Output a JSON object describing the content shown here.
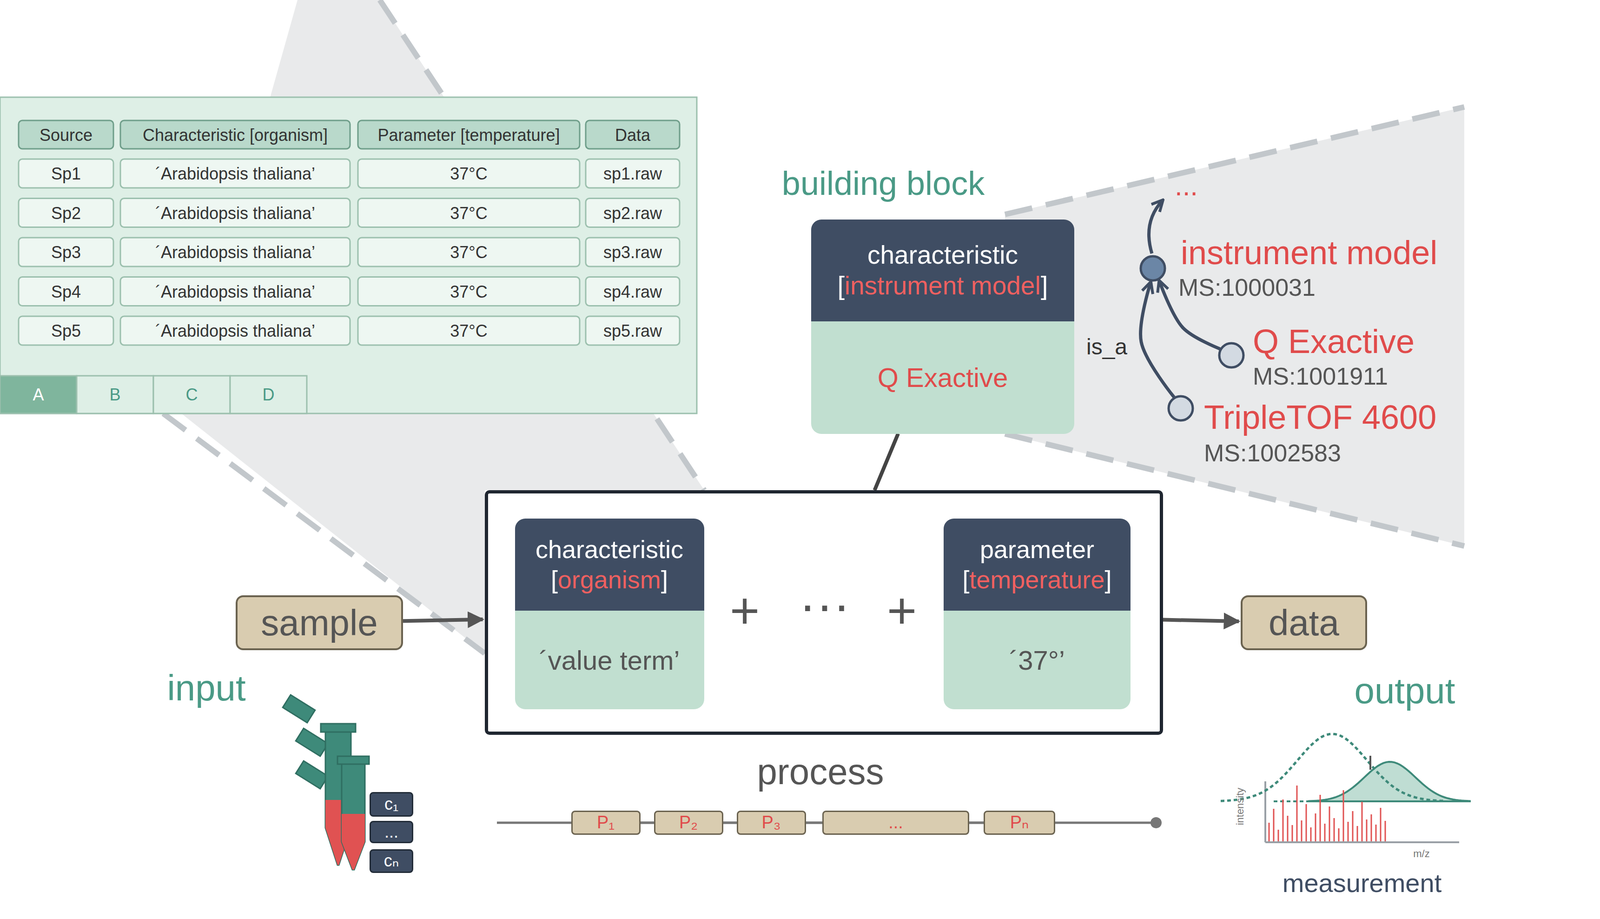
{
  "diagram": {
    "nodes": [
      {
        "text": [
          "characteristic",
          "[",
          "instrument model",
          "]",
          "Q Exactive"
        ]
      },
      {
        "text": [
          "instrument model",
          "MS:1000031"
        ]
      },
      {
        "text": [
          "Q Exactive",
          "MS:1001911"
        ]
      },
      {
        "text": [
          "TripleTOF 4600",
          "MS:1002583"
        ]
      },
      {
        "text": [
          "sample"
        ]
      },
      {
        "text": [
          "+",
          "···",
          "+"
        ]
      },
      {
        "text": [
          "characteristic",
          "[",
          "organism",
          "]",
          "´value term’"
        ],
        "in": 5
      },
      {
        "text": [
          "parameter",
          "[",
          "temperature",
          "]",
          "´37°’"
        ],
        "in": 5
      },
      {
        "text": [
          "data"
        ]
      },
      {
        "text": [
          "P₁"
        ]
      },
      {
        "text": [
          "P₂"
        ]
      },
      {
        "text": [
          "P₃"
        ]
      },
      {
        "text": [
          "..."
        ]
      },
      {
        "text": [
          "Pₙ"
        ]
      },
      {
        "text": [
          "c₁"
        ]
      },
      {
        "text": [
          "..."
        ]
      },
      {
        "text": [
          "cₙ"
        ]
      }
    ],
    "edges": [
      {
        "from": 0,
        "to": 5,
        "arrow": "none"
      },
      {
        "from": 2,
        "to": 1,
        "arrow": "to"
      },
      {
        "from": 3,
        "to": 1,
        "label": "is_a",
        "arrow": "to"
      },
      {
        "from": 4,
        "to": 5,
        "arrow": "to"
      },
      {
        "from": 5,
        "to": 8,
        "arrow": "to"
      },
      {
        "from": 9,
        "to": 10,
        "arrow": "none"
      },
      {
        "from": 10,
        "to": 11,
        "arrow": "none"
      },
      {
        "from": 11,
        "to": 12,
        "arrow": "none"
      },
      {
        "from": 12,
        "to": 13,
        "arrow": "none"
      }
    ],
    "labels": [
      "building block",
      "...",
      "input",
      "output",
      "process",
      "measurement",
      "intensity",
      "m/z",
      "Source",
      "Characteristic [organism]",
      "Parameter [temperature]",
      "Data",
      "Sp1",
      "´Arabidopsis thaliana’",
      "37°C",
      "sp1.raw",
      "Sp2",
      "´Arabidopsis thaliana’",
      "37°C",
      "sp2.raw",
      "Sp3",
      "´Arabidopsis thaliana’",
      "37°C",
      "sp3.raw",
      "Sp4",
      "´Arabidopsis thaliana’",
      "37°C",
      "sp4.raw",
      "Sp5",
      "´Arabidopsis thaliana’",
      "37°C",
      "sp5.raw",
      "A",
      "B",
      "C",
      "D"
    ]
  }
}
